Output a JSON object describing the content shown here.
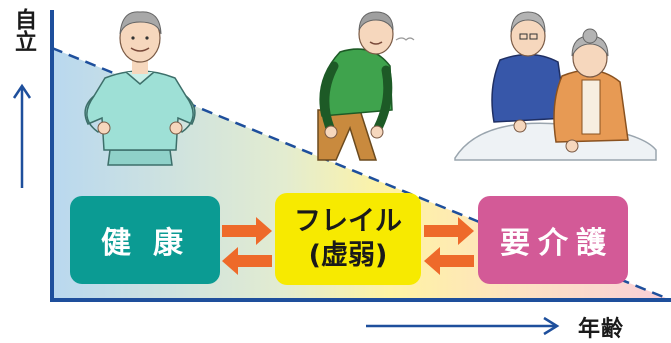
{
  "axes": {
    "y_label": "自立",
    "x_label": "年齢"
  },
  "stages": {
    "healthy": "健康",
    "frail_line1": "フレイル",
    "frail_line2": "(虚弱)",
    "care": "要介護"
  },
  "colors": {
    "healthy_box": "#0b9b93",
    "frail_box": "#f7ea00",
    "care_box": "#d35a97",
    "arrow_orange": "#ee6a2a",
    "axis_blue": "#1e4f9c"
  },
  "illustrations": {
    "healthy": "healthy-senior-man",
    "frail": "tired-senior-man",
    "care": "senior-couple-caregiving"
  }
}
